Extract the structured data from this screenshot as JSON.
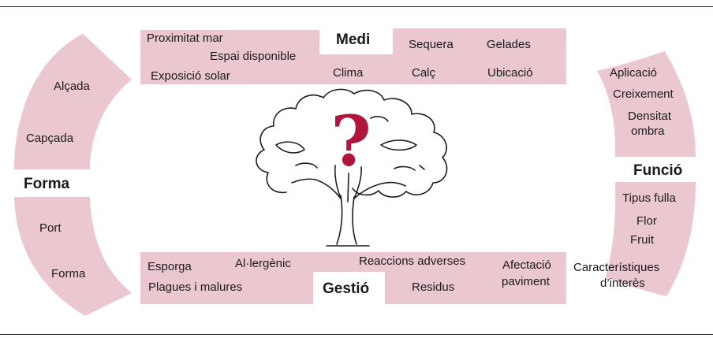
{
  "colors": {
    "band": "#ebc8d0",
    "question_mark": "#b0153e",
    "tree_line": "#1c1c1c",
    "rule": "#2a2a2a"
  },
  "icons": [
    "tree-icon",
    "question-mark-icon"
  ],
  "medi": {
    "title": "Medi",
    "items": [
      "Proximitat  mar",
      "Espai disponible",
      "Exposició solar",
      "Clima",
      "Sequera",
      "Gelades",
      "Calç",
      "Ubicació"
    ]
  },
  "gestio": {
    "title": "Gestió",
    "items": [
      "Esporga",
      "Al·lergènic",
      "Plagues i malures",
      "Reaccions adverses",
      "Residus",
      "Afectació",
      "paviment"
    ]
  },
  "forma": {
    "title": "Forma",
    "items": [
      "Alçada",
      "Capçada",
      "Port",
      "Forma"
    ]
  },
  "funcio": {
    "title": "Funció",
    "items": [
      "Aplicació",
      "Creixement",
      "Densitat",
      "ombra",
      "Tipus fulla",
      "Flor",
      "Fruit",
      "Característiques",
      "d’interès"
    ]
  },
  "center": {
    "symbol": "?"
  }
}
